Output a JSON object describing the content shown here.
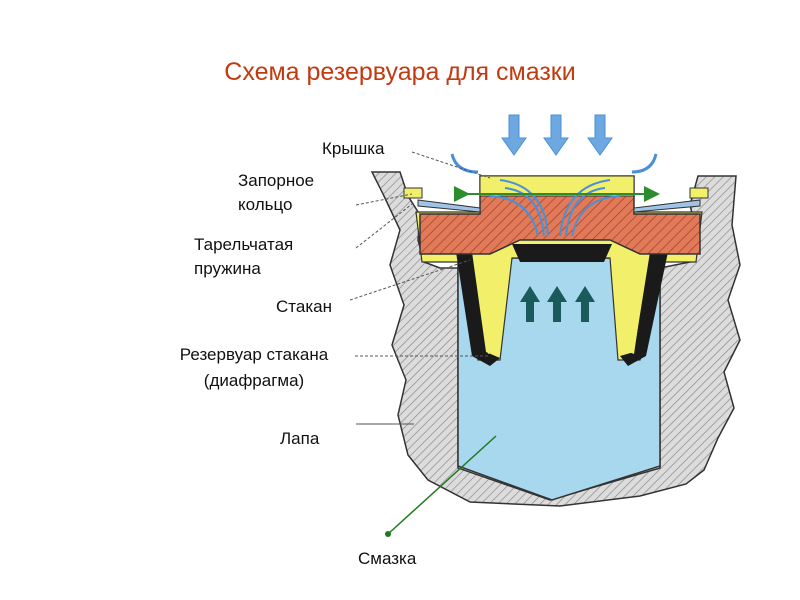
{
  "title": "Схема резервуара для смазки",
  "labels": {
    "cover": "Крышка",
    "lock_ring_1": "Запорное",
    "lock_ring_2": "кольцо",
    "spring_1": "Тарельчатая",
    "spring_2": "пружина",
    "cup": "Стакан",
    "reservoir_1": "Резервуар стакана",
    "reservoir_2": "(диафрагма)",
    "paw": "Лапа",
    "grease": "Смазка"
  },
  "colors": {
    "title": "#c23a10",
    "housing": "#d9d9d9",
    "cover": "#d96a4a",
    "yellow": "#f2ef6a",
    "grease": "#a8d8ee",
    "arrow_blue": "#4a90d9",
    "arrow_teal": "#1b5a5a",
    "arrow_green": "#2e8b2e",
    "leader_green": "#1f7a1f"
  }
}
